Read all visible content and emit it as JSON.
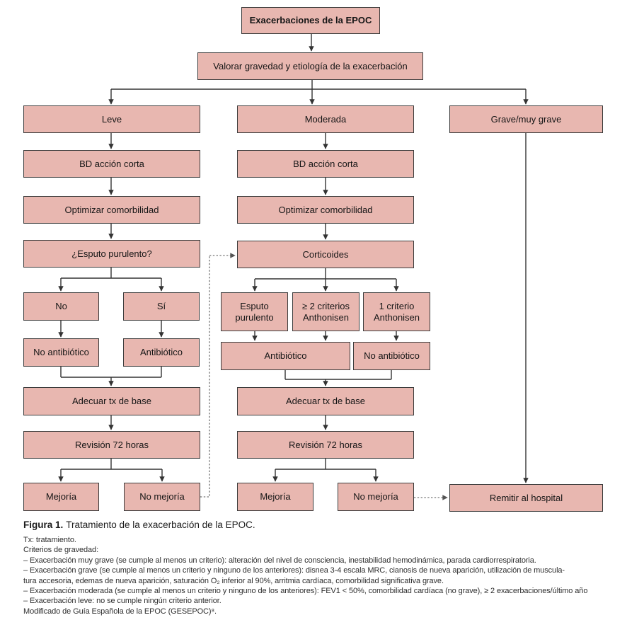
{
  "figure": {
    "nodes": {
      "root": "Exacerbaciones de la EPOC",
      "valorar": "Valorar gravedad y etiología de la exacerbación",
      "leve": "Leve",
      "moderada": "Moderada",
      "grave": "Grave/muy grave",
      "bd_leve": "BD acción corta",
      "bd_moderada": "BD acción corta",
      "optimizar_leve": "Optimizar comorbilidad",
      "optimizar_moderada": "Optimizar comorbilidad",
      "esputo_pregunta": "¿Esputo purulento?",
      "corticoides": "Corticoides",
      "no": "No",
      "si": "Sí",
      "esputo_purulento": "Esputo purulento",
      "criterios_2": "≥ 2 criterios Anthonisen",
      "criterio_1": "1 criterio Anthonisen",
      "no_antibiotico_leve": "No antibiótico",
      "antibiotico_leve": "Antibiótico",
      "antibiotico_moderada": "Antibiótico",
      "no_antibiotico_moderada": "No antibiótico",
      "adecuar_leve": "Adecuar tx de base",
      "adecuar_moderada": "Adecuar tx de base",
      "revision_leve": "Revisión 72 horas",
      "revision_moderada": "Revisión 72 horas",
      "mejoria_leve": "Mejoría",
      "no_mejoria_leve": "No mejoría",
      "mejoria_moderada": "Mejoría",
      "no_mejoria_moderada": "No mejoría",
      "remitir": "Remitir al hospital"
    },
    "caption": {
      "label": "Figura 1.",
      "text": "Tratamiento de la exacerbación de la EPOC."
    },
    "footnotes": [
      "Tx: tratamiento.",
      "Criterios de gravedad:",
      "– Exacerbación muy grave (se cumple al menos un criterio): alteración del nivel de consciencia, inestabilidad hemodinámica, parada cardiorrespiratoria.",
      "– Exacerbación grave (se cumple al menos un criterio y ninguno de los anteriores): disnea 3-4 escala MRC, cianosis de nueva aparición, utilización de muscula-",
      "tura accesoria, edemas de nueva aparición, saturación O₂ inferior al 90%, arritmia cardíaca, comorbilidad significativa grave.",
      "– Exacerbación moderada (se cumple al menos un criterio y ninguno de los anteriores): FEV1 < 50%, comorbilidad cardíaca (no grave), ≥ 2 exacerbaciones/último año",
      "– Exacerbación leve: no se cumple ningún criterio anterior.",
      "Modificado de Guía Española de la EPOC (GESEPOC)⁸."
    ],
    "colors": {
      "box_fill": "#e8b7b0",
      "box_border": "#3c3c3c",
      "connector": "#333333",
      "dotted": "#555555",
      "text": "#161616"
    }
  }
}
